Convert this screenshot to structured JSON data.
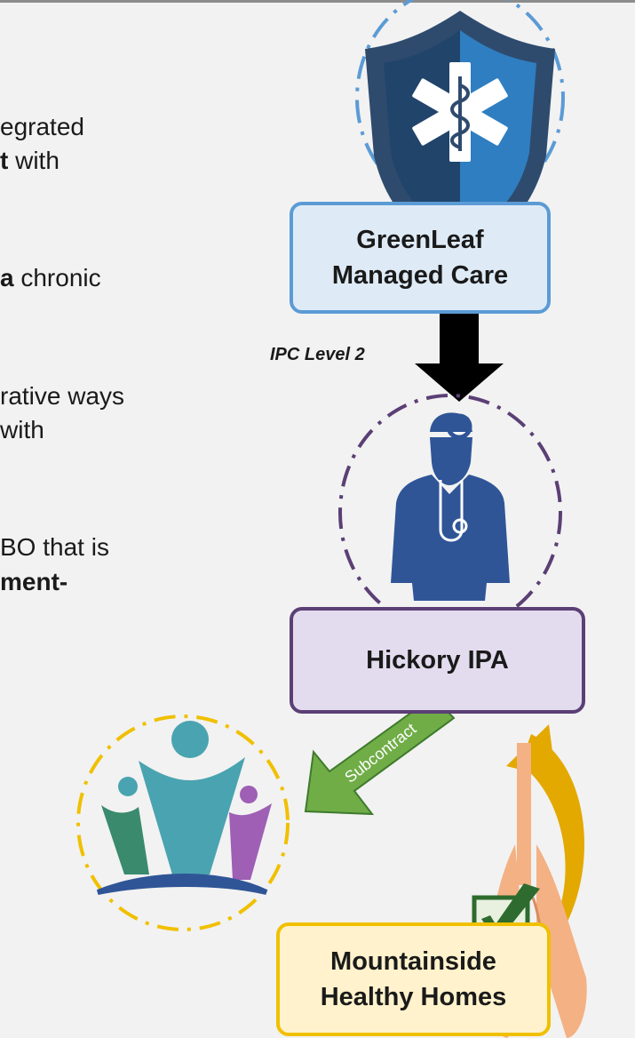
{
  "left_text": [
    {
      "pre": "egrated",
      "bold": "",
      "post": ""
    },
    {
      "pre": "",
      "bold": "t",
      "post": " with"
    },
    {
      "pre": "",
      "bold": "a",
      "post": " chronic"
    },
    {
      "pre": "rative ways",
      "bold": "",
      "post": ""
    },
    {
      "pre": " with",
      "bold": "",
      "post": ""
    },
    {
      "pre": "BO that is",
      "bold": "",
      "post": ""
    },
    {
      "pre": "",
      "bold": "ment-",
      "post": ""
    }
  ],
  "nodes": {
    "greenleaf": {
      "line1": "GreenLeaf",
      "line2": "Managed Care"
    },
    "hickory": {
      "label": "Hickory IPA"
    },
    "mountainside": {
      "line1": "Mountainside",
      "line2": "Healthy Homes"
    }
  },
  "edges": {
    "ipc_label": "IPC Level 2",
    "subcontract_label": "Subcontract"
  },
  "colors": {
    "shield_dark": "#2e4b6e",
    "shield_blue": "#2f7ec1",
    "doctor": "#2f5597",
    "ring_blue": "#5b9bd5",
    "ring_purple": "#5b3f75",
    "ring_yellow": "#f0c000",
    "arrow_green": "#70ad47",
    "cycle_gold": "#e3a900",
    "lungs": "#f4b183",
    "check": "#2e6b2e"
  }
}
